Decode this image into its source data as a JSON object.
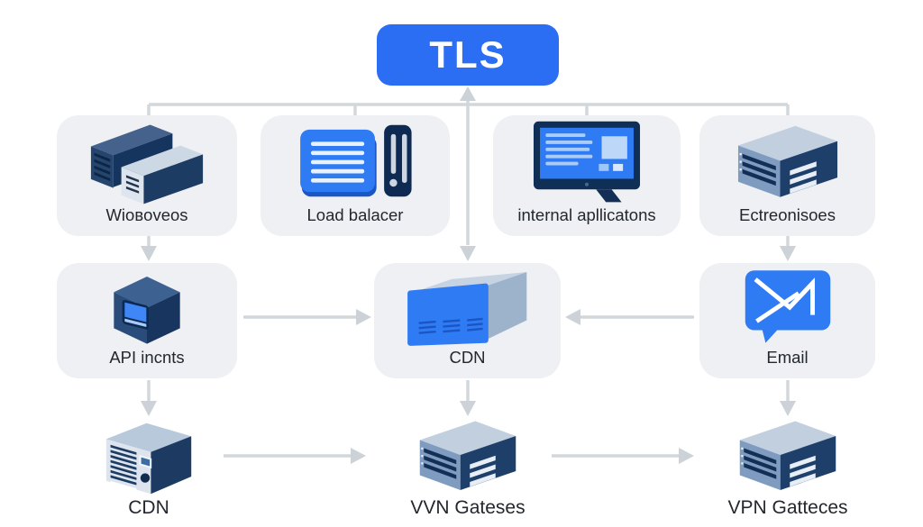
{
  "root_node": {
    "label": "TLS"
  },
  "row1": [
    {
      "label": "Wioʙoveos",
      "icon": "dual-server-bars-icon"
    },
    {
      "label": "Load balacer",
      "icon": "load-balancer-icon"
    },
    {
      "label": "internal apllicatons",
      "icon": "monitor-icon"
    },
    {
      "label": "Ectreonisoes",
      "icon": "rack-server-icon"
    }
  ],
  "row2": [
    {
      "label": "API incnts",
      "icon": "cube-icon"
    },
    {
      "label": "CDN",
      "icon": "blue-server-icon"
    },
    {
      "label": "Email",
      "icon": "email-bubble-icon"
    }
  ],
  "row3": [
    {
      "label": "CDN",
      "icon": "tower-server-icon"
    },
    {
      "label": "VVN Gateses",
      "icon": "rack-server-icon"
    },
    {
      "label": "VPN Gatteces",
      "icon": "rack-server-icon"
    }
  ],
  "colors": {
    "accent_blue": "#2b6ef3",
    "icon_blue": "#2e7bf4",
    "panel_bg": "#eef0f3",
    "connector_gray": "#d2d7dc",
    "navy": "#16335c",
    "steel": "#9db3cc",
    "label_text": "#23272e",
    "background": "#ffffff"
  }
}
